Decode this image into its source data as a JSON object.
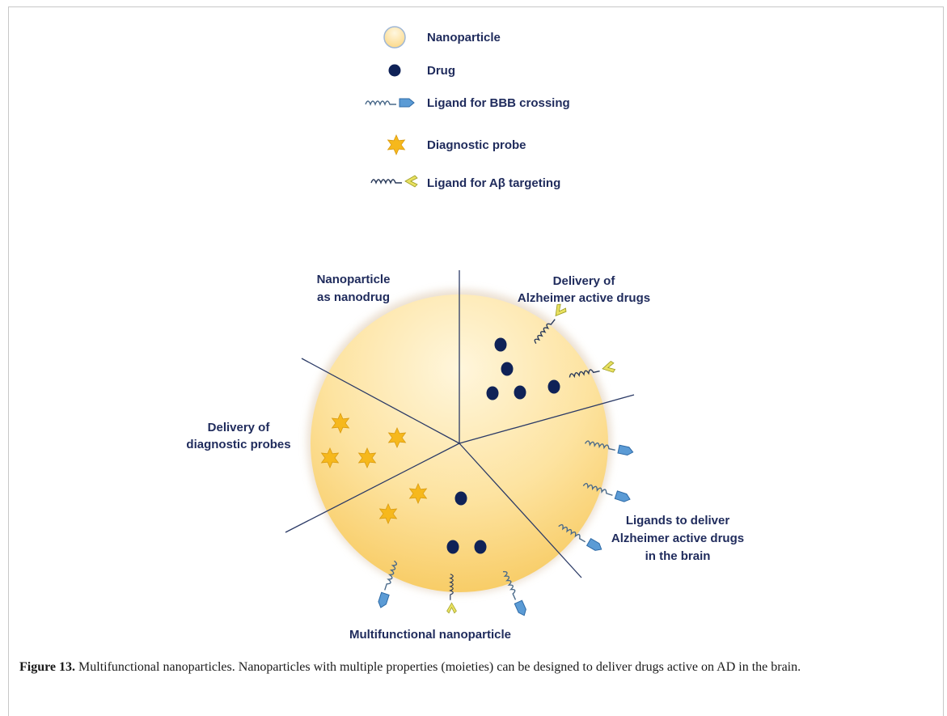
{
  "legend": {
    "nanoparticle": "Nanoparticle",
    "drug": "Drug",
    "ligand_bbb": "Ligand for BBB crossing",
    "diagnostic_probe": "Diagnostic probe",
    "ligand_abeta": "Ligand for Aβ targeting"
  },
  "sectors": {
    "nanodrug_line1": "Nanoparticle",
    "nanodrug_line2": "as nanodrug",
    "alz_line1": "Delivery of",
    "alz_line2": "Alzheimer active drugs",
    "diag_line1": "Delivery of",
    "diag_line2": "diagnostic probes",
    "lig_line1": "Ligands to deliver",
    "lig_line2": "Alzheimer active drugs",
    "lig_line3": "in the brain",
    "multi": "Multifunctional nanoparticle"
  },
  "caption": {
    "label": "Figure 13.",
    "text": " Multifunctional nanoparticles. Nanoparticles with multiple properties (moieties) can be designed to deliver drugs active on AD in the brain."
  },
  "colors": {
    "nanoparticle_fill": "#fde7a6",
    "drug": "#0f2257",
    "probe": "#f6b81c",
    "ligand_bbb": "#5b9bd5",
    "ligand_abeta": "#e8e060",
    "text": "#1f2b5c"
  }
}
